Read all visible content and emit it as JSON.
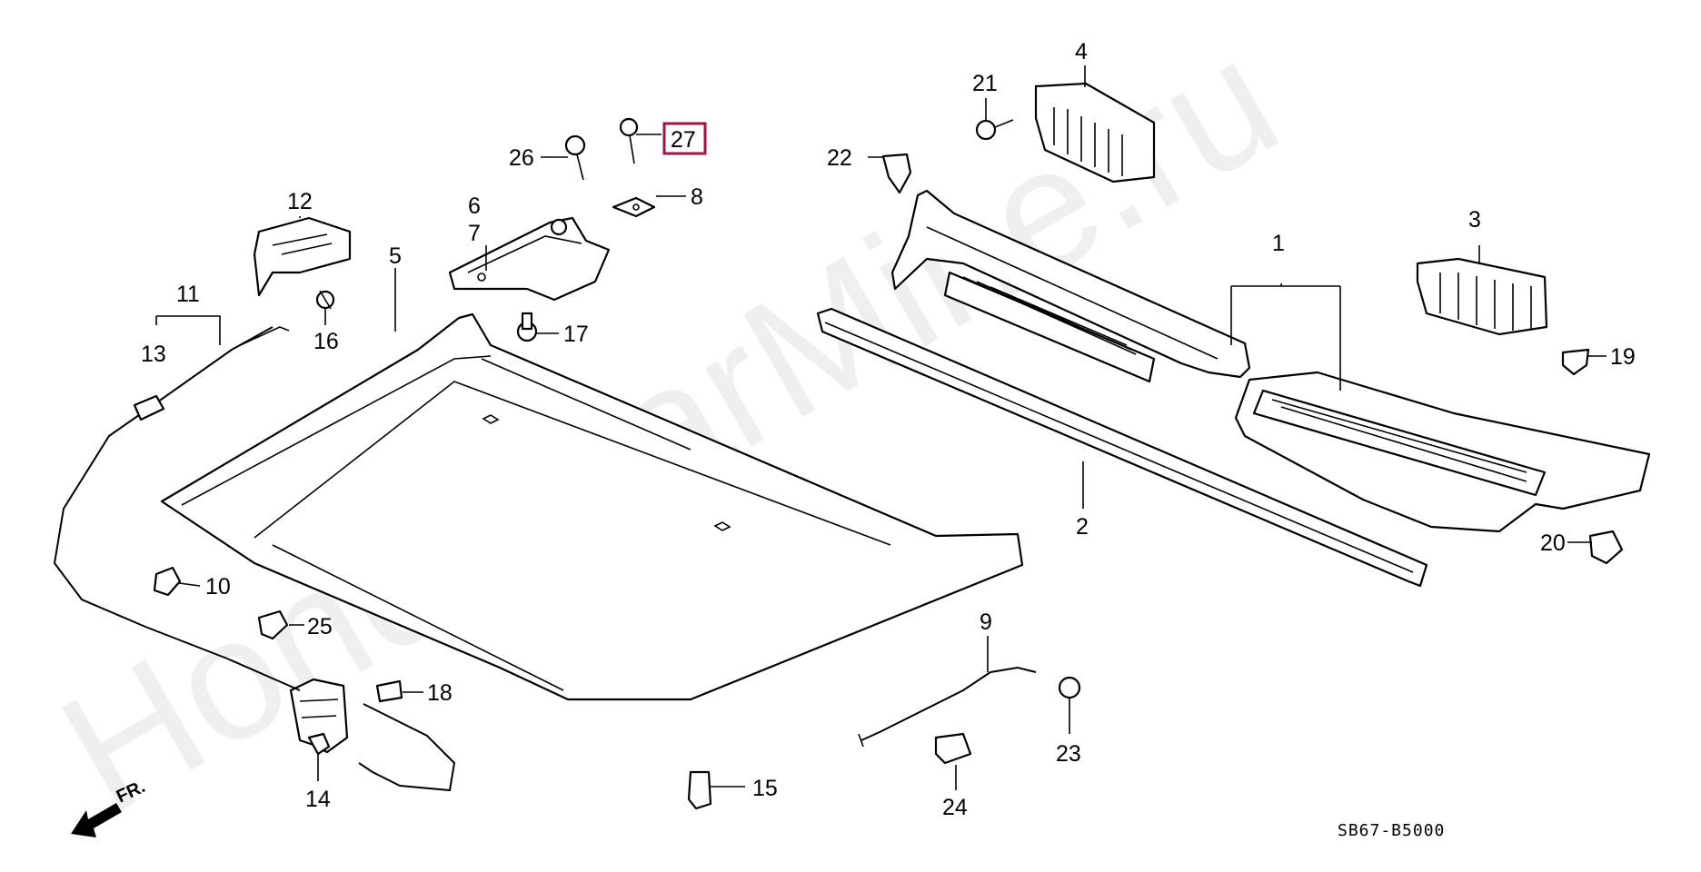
{
  "diagram": {
    "watermark": "HondaCarMine.ru",
    "diagram_code": "SB67-B5000",
    "front_label": "FR.",
    "highlight_color": "#a0153e",
    "parts": [
      {
        "id": "p1",
        "label": "1"
      },
      {
        "id": "p2",
        "label": "2"
      },
      {
        "id": "p3",
        "label": "3"
      },
      {
        "id": "p4",
        "label": "4"
      },
      {
        "id": "p5",
        "label": "5"
      },
      {
        "id": "p6",
        "label": "6"
      },
      {
        "id": "p7",
        "label": "7"
      },
      {
        "id": "p8",
        "label": "8"
      },
      {
        "id": "p9",
        "label": "9"
      },
      {
        "id": "p10",
        "label": "10"
      },
      {
        "id": "p11",
        "label": "11"
      },
      {
        "id": "p12",
        "label": "12"
      },
      {
        "id": "p13",
        "label": "13"
      },
      {
        "id": "p14",
        "label": "14"
      },
      {
        "id": "p15",
        "label": "15"
      },
      {
        "id": "p16",
        "label": "16"
      },
      {
        "id": "p17",
        "label": "17"
      },
      {
        "id": "p18",
        "label": "18"
      },
      {
        "id": "p19",
        "label": "19"
      },
      {
        "id": "p20",
        "label": "20"
      },
      {
        "id": "p21",
        "label": "21"
      },
      {
        "id": "p22",
        "label": "22"
      },
      {
        "id": "p23",
        "label": "23"
      },
      {
        "id": "p24",
        "label": "24"
      },
      {
        "id": "p25",
        "label": "25"
      },
      {
        "id": "p26",
        "label": "26"
      },
      {
        "id": "p27",
        "label": "27",
        "highlighted": true
      }
    ]
  }
}
